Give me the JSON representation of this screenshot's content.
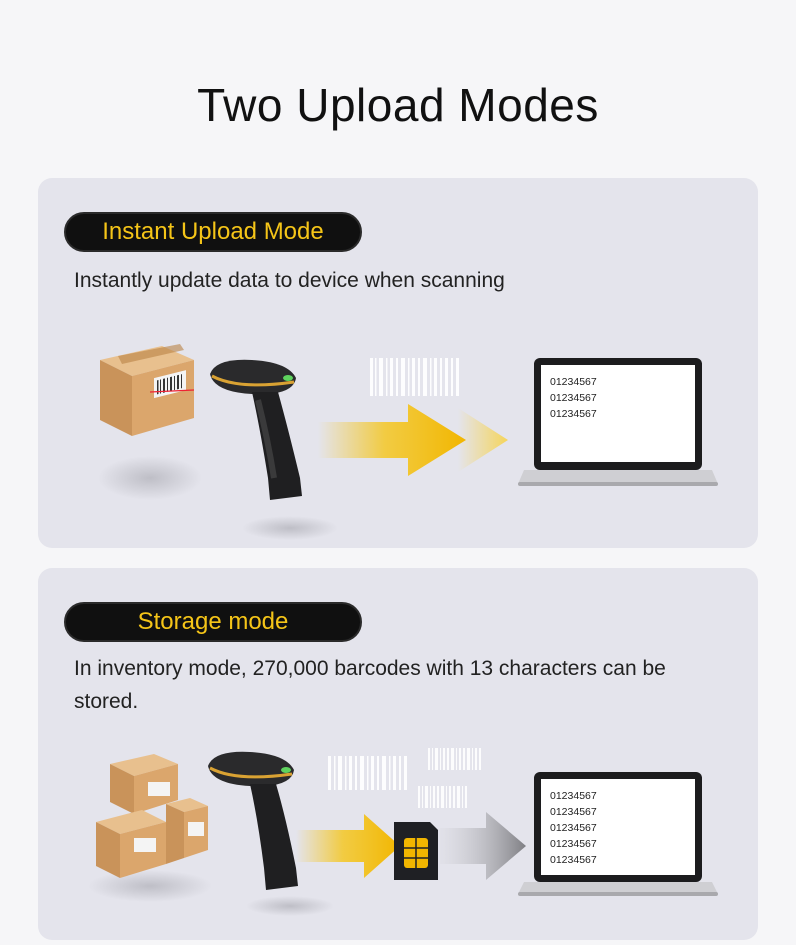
{
  "title": "Two Upload Modes",
  "instant": {
    "label": "Instant Upload Mode",
    "description": "Instantly update data to device when scanning",
    "screen_lines": [
      "01234567",
      "01234567",
      "01234567"
    ]
  },
  "storage": {
    "label": "Storage mode",
    "description": "In inventory mode, 270,000 barcodes with 13 characters can be stored.",
    "screen_lines": [
      "01234567",
      "01234567",
      "01234567",
      "01234567",
      "01234567"
    ]
  },
  "icons": [
    "package-box-icon",
    "barcode-scanner-icon",
    "barcode-icon",
    "arrow-right-icon",
    "laptop-icon",
    "sim-chip-icon"
  ],
  "colors": {
    "accent": "#f5c518",
    "pill_bg": "#101010",
    "panel_bg": "#e4e4ec",
    "arrow_gray": "#8a8a8a"
  }
}
